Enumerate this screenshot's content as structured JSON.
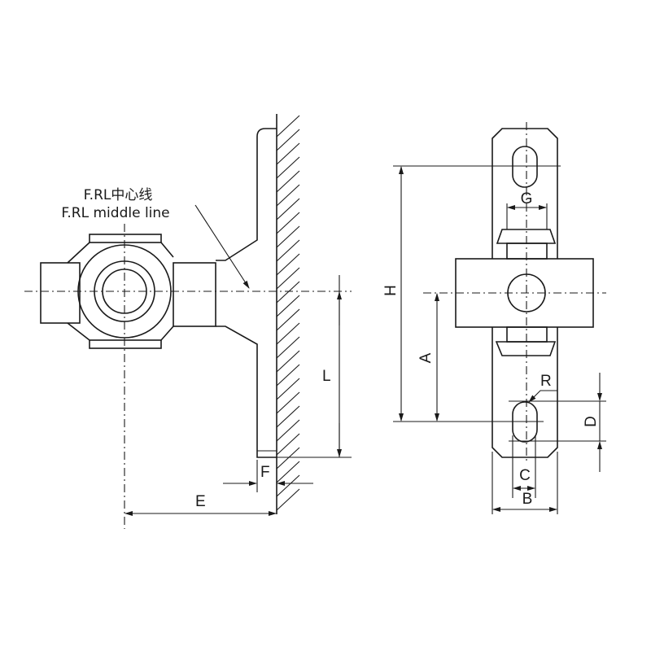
{
  "annotation": {
    "line1": "F.RL中心线",
    "line2": "F.RL middle line"
  },
  "dimensions": {
    "L": "L",
    "F": "F",
    "E": "E",
    "H": "H",
    "A": "A",
    "G": "G",
    "R": "R",
    "D": "D",
    "C": "C",
    "B": "B"
  },
  "colors": {
    "ink": "#1a1a1a",
    "background": "#ffffff"
  }
}
